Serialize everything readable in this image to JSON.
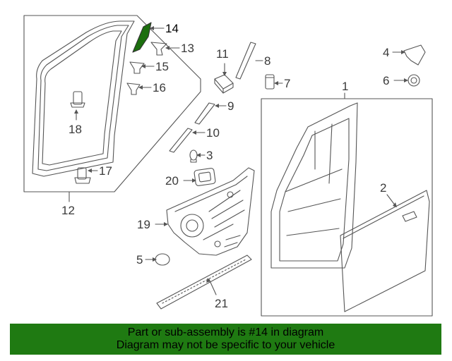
{
  "parts": [
    {
      "id": "p1",
      "number": "1"
    },
    {
      "id": "p2",
      "number": "2"
    },
    {
      "id": "p3",
      "number": "3"
    },
    {
      "id": "p4",
      "number": "4"
    },
    {
      "id": "p5",
      "number": "5"
    },
    {
      "id": "p6",
      "number": "6"
    },
    {
      "id": "p7",
      "number": "7"
    },
    {
      "id": "p8",
      "number": "8"
    },
    {
      "id": "p9",
      "number": "9"
    },
    {
      "id": "p10",
      "number": "10"
    },
    {
      "id": "p11",
      "number": "11"
    },
    {
      "id": "p12",
      "number": "12"
    },
    {
      "id": "p13",
      "number": "13"
    },
    {
      "id": "p14",
      "number": "14",
      "highlighted": true
    },
    {
      "id": "p15",
      "number": "15"
    },
    {
      "id": "p16",
      "number": "16"
    },
    {
      "id": "p17",
      "number": "17"
    },
    {
      "id": "p18",
      "number": "18"
    },
    {
      "id": "p19",
      "number": "19"
    },
    {
      "id": "p20",
      "number": "20"
    },
    {
      "id": "p21",
      "number": "21"
    }
  ],
  "banner": {
    "line1": "Part or sub-assembly is #14 in diagram",
    "line2": "Diagram may not be specific to your vehicle",
    "background_color": "#1f7a12"
  },
  "colors": {
    "line": "#555555",
    "highlight_fill": "#1c6f0e"
  }
}
